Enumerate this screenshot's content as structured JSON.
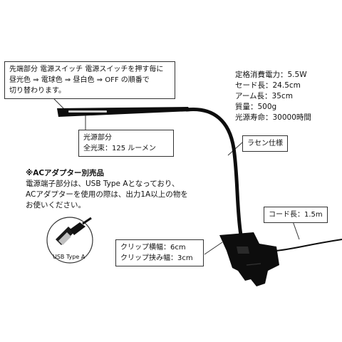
{
  "callouts": {
    "tip": {
      "line1": "先端部分 電源スイッチ 電源スイッチを押す毎に",
      "line2": "昼光色 ⇒ 電球色 ⇒ 昼白色 ⇒ OFF の順番で",
      "line3": "切り替わります。"
    },
    "light": {
      "line1": "光源部分",
      "line2": "全光束：125 ルーメン"
    },
    "spiral": "ラセン仕様",
    "cord": "コード長：1.5m",
    "clip": {
      "line1": "クリップ横幅：6cm",
      "line2": "クリップ挟み幅：3cm"
    }
  },
  "specs": [
    "定格消費電力：5.5W",
    "セード長：24.5cm",
    "アーム長：35cm",
    "質量：500g",
    "光源寿命：30000時間"
  ],
  "adapter_note": {
    "title": "※ACアダプター別売品",
    "line1": "電源端子部分は、USB Type Aとなっており、",
    "line2": "ACアダプターを使用の際は、出力1A以上の物を",
    "line3": "お使いください。"
  },
  "usb_label": "USB Type A",
  "colors": {
    "lamp_body": "#0d0d0d",
    "led_strip": "#cfcfcf",
    "border": "#333333"
  }
}
